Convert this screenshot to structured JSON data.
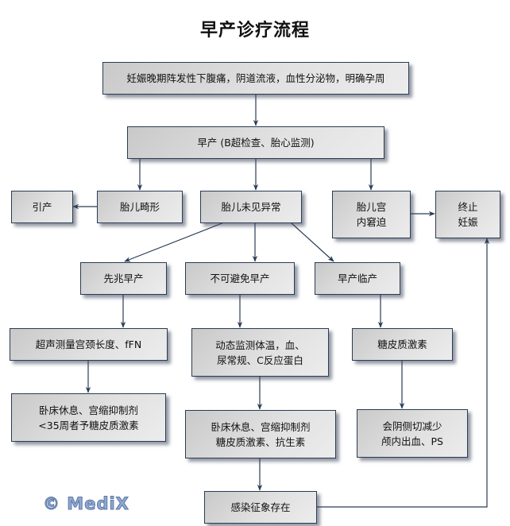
{
  "title": "早产诊疗流程",
  "watermark": "© MediX",
  "colors": {
    "node_border": "#2a3c55",
    "edge": "#2a3c55",
    "logo": "#8fa8cf"
  },
  "nodes": {
    "symptoms": "妊娠晚期阵发性下腹痛，阴道流液，血性分泌物，明确孕周",
    "preterm_exam": "早产 (B超检查、胎心监测)",
    "induction": "引产",
    "fetal_malformation": "胎儿畸形",
    "fetus_normal": "胎儿未见异常",
    "fetal_distress": "胎儿宫\n内窘迫",
    "terminate_pregnancy": "终止\n妊娠",
    "threatened_preterm": "先兆早产",
    "inevitable_preterm": "不可避免早产",
    "preterm_labor": "早产临产",
    "ultrasound_cervix": "超声测量宫颈长度、fFN",
    "dynamic_monitoring": "动态监测体温，血、\n尿常规、C反应蛋白",
    "corticosteroids": "糖皮质激素",
    "bedrest_threatened": "卧床休息、宫缩抑制剂\n<35周者予糖皮质激素",
    "bedrest_inevitable": "卧床休息、宫缩抑制剂\n糖皮质激素、抗生素",
    "episiotomy": "会阴侧切减少\n颅内出血、PS",
    "infection_signs": "感染征象存在"
  },
  "edges": [
    [
      "symptoms",
      "preterm_exam"
    ],
    [
      "preterm_exam",
      "fetal_malformation"
    ],
    [
      "preterm_exam",
      "fetus_normal"
    ],
    [
      "preterm_exam",
      "fetal_distress"
    ],
    [
      "fetal_malformation",
      "induction"
    ],
    [
      "fetal_distress",
      "terminate_pregnancy"
    ],
    [
      "fetus_normal",
      "threatened_preterm"
    ],
    [
      "fetus_normal",
      "inevitable_preterm"
    ],
    [
      "fetus_normal",
      "preterm_labor"
    ],
    [
      "threatened_preterm",
      "ultrasound_cervix"
    ],
    [
      "ultrasound_cervix",
      "bedrest_threatened"
    ],
    [
      "inevitable_preterm",
      "dynamic_monitoring"
    ],
    [
      "dynamic_monitoring",
      "bedrest_inevitable"
    ],
    [
      "bedrest_inevitable",
      "infection_signs"
    ],
    [
      "preterm_labor",
      "corticosteroids"
    ],
    [
      "corticosteroids",
      "episiotomy"
    ],
    [
      "infection_signs",
      "terminate_pregnancy"
    ]
  ]
}
